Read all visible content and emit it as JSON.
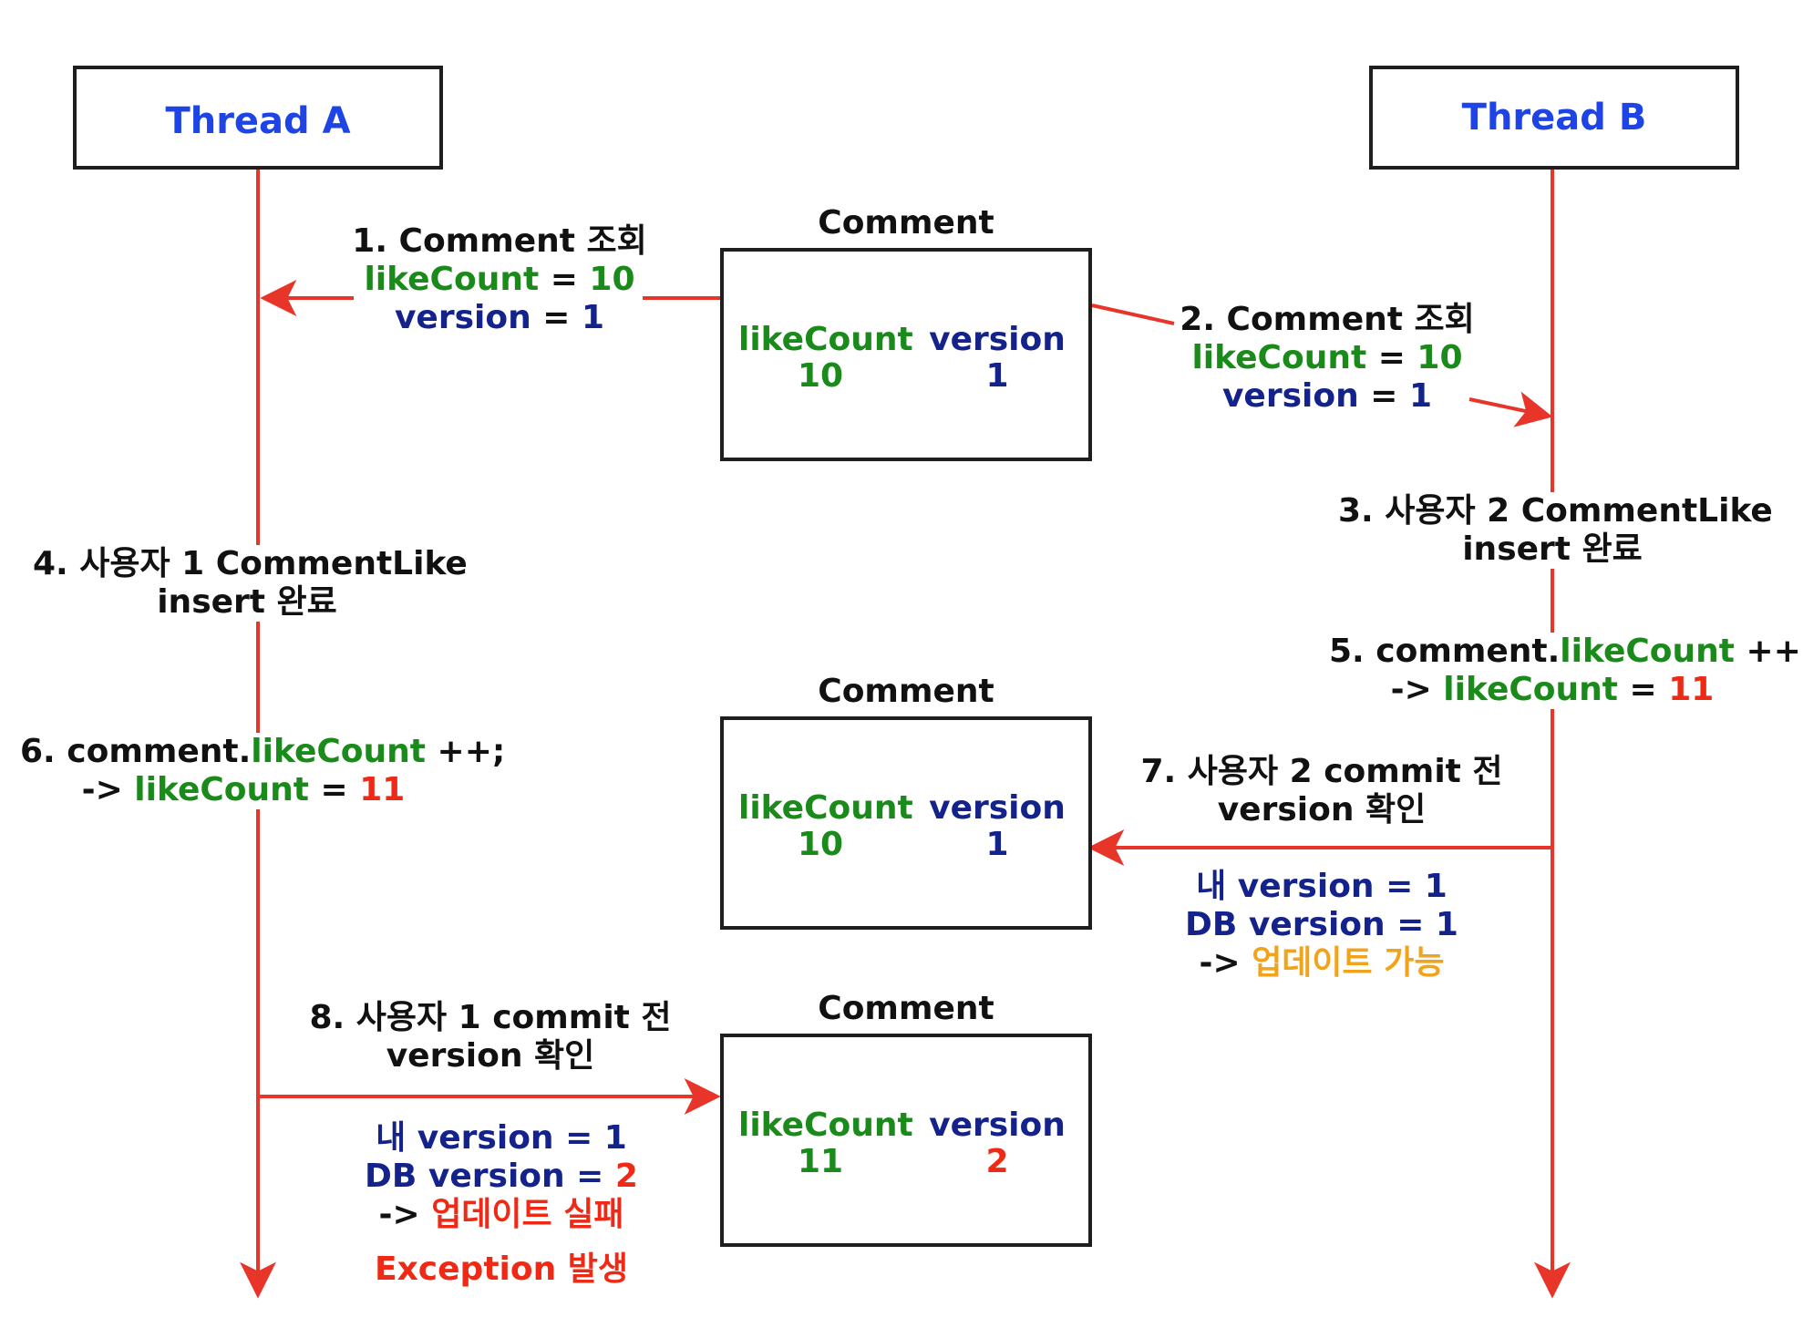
{
  "threads": {
    "a": {
      "title": "Thread A"
    },
    "b": {
      "title": "Thread B"
    }
  },
  "comment_boxes": [
    {
      "title": "Comment",
      "like_label": "likeCount",
      "like_value": "10",
      "version_label": "version",
      "version_value": "1"
    },
    {
      "title": "Comment",
      "like_label": "likeCount",
      "like_value": "10",
      "version_label": "version",
      "version_value": "1"
    },
    {
      "title": "Comment",
      "like_label": "likeCount",
      "like_value": "11",
      "version_label": "version",
      "version_value": "2"
    }
  ],
  "steps": {
    "s1": {
      "title": "1. Comment 조회",
      "like_key": "likeCount",
      "like_eq": " = ",
      "like_val": "10",
      "ver_key": "version",
      "ver_eq": " = ",
      "ver_val": "1"
    },
    "s2": {
      "title": "2. Comment 조회",
      "like_key": "likeCount",
      "like_eq": " = ",
      "like_val": "10",
      "ver_key": "version",
      "ver_eq": " = ",
      "ver_val": "1"
    },
    "s3": {
      "line1": "3. 사용자 2 CommentLike",
      "line2": "insert 완료"
    },
    "s4": {
      "line1": "4. 사용자 1 CommentLike",
      "line2": "insert 완료"
    },
    "s5": {
      "prefix": "5. comment.",
      "field": "likeCount",
      "suffix": " ++;",
      "arrow": "-> ",
      "result_key": "likeCount",
      "result_eq": " = ",
      "result_val": "11"
    },
    "s6": {
      "prefix": "6. comment.",
      "field": "likeCount",
      "suffix": " ++;",
      "arrow": "-> ",
      "result_key": "likeCount",
      "result_eq": " = ",
      "result_val": "11"
    },
    "s7": {
      "line1": "7. 사용자 2 commit 전",
      "line2": "version 확인",
      "my_version": "내 version = 1",
      "db_version": "DB version = 1",
      "arrow": "-> ",
      "result": "업데이트 가능"
    },
    "s8": {
      "line1": "8. 사용자 1 commit 전",
      "line2": "version 확인",
      "my_version": "내 version = 1",
      "db_version_key": "DB version = ",
      "db_version_val": "2",
      "arrow": "-> ",
      "result": "업데이트 실패",
      "exception": "Exception 발생"
    }
  },
  "colors": {
    "lifeline": "#e8352a",
    "thread_title": "#1e44e6",
    "like": "#1a8a1a",
    "version": "#14228c",
    "changed": "#ee2a16",
    "success": "#f1a31c"
  }
}
